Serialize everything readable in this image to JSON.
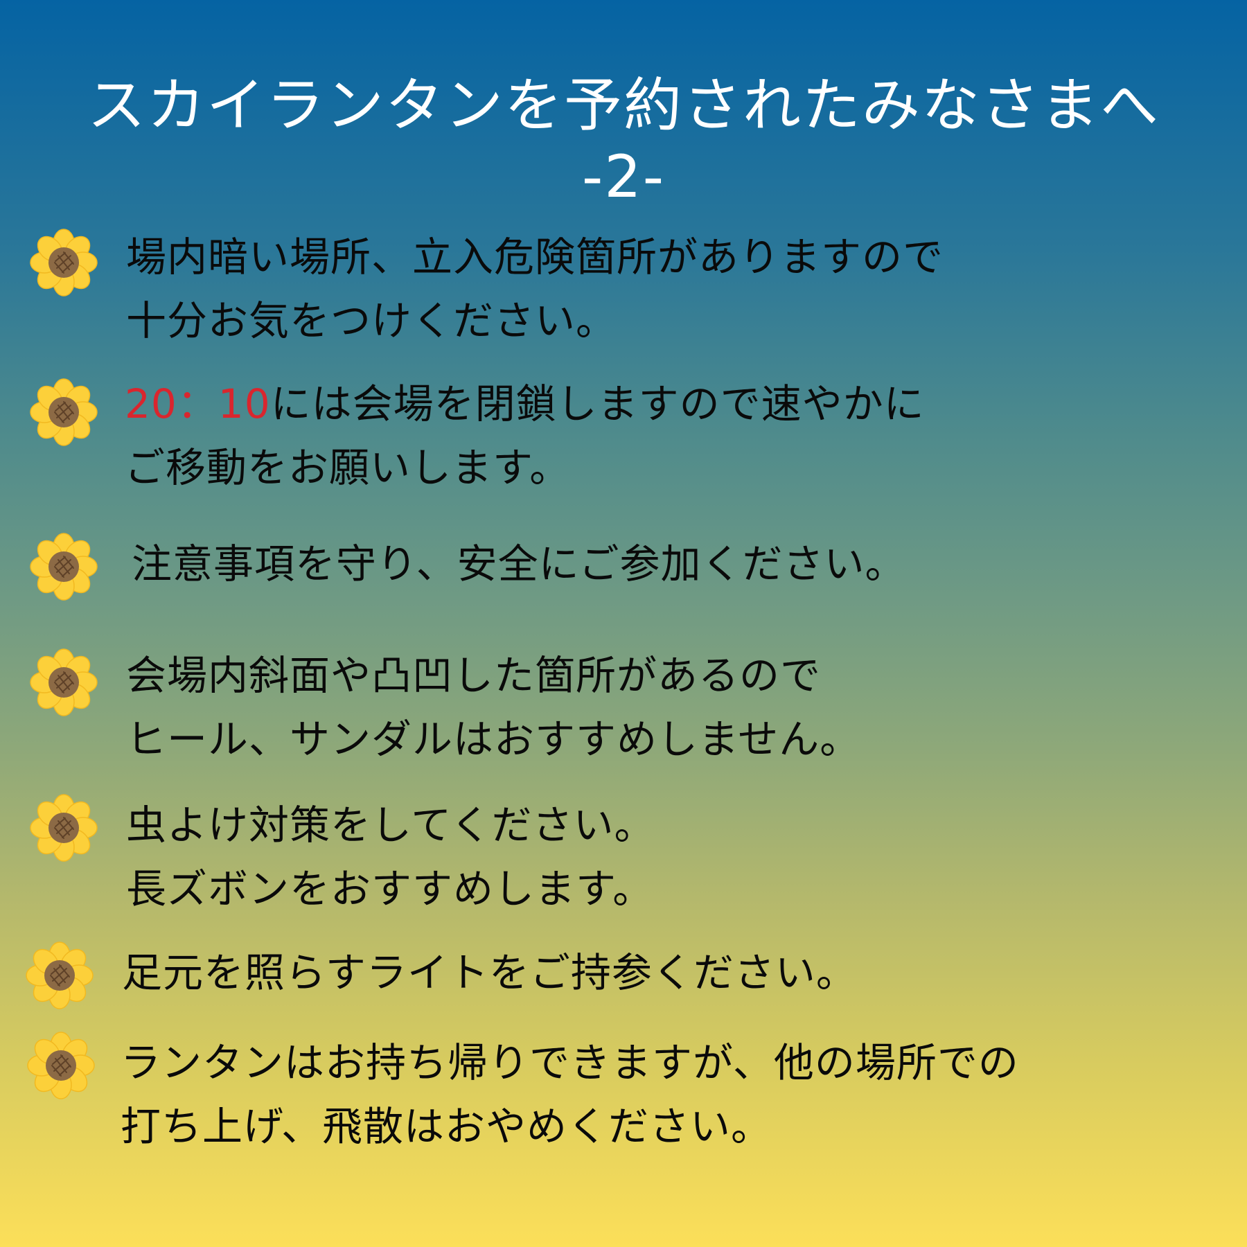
{
  "title": {
    "main": "スカイランタンを予約されたみなさまへ",
    "sub": "-2-"
  },
  "colors": {
    "gradient_top": "#0563a3",
    "gradient_bottom": "#fcdf59",
    "title_text": "#ffffff",
    "body_text": "#0a0a0a",
    "highlight": "#d9262e",
    "petal": "#fcd03a",
    "seed": "#8c6a45"
  },
  "bullet_icon": "sunflower-icon",
  "items": [
    {
      "line1": "場内暗い場所、立入危険箇所がありますので",
      "line2": "十分お気をつけください。"
    },
    {
      "highlight": "20：10",
      "line1_rest": "には会場を閉鎖しますので速やかに",
      "line2": "ご移動をお願いします。"
    },
    {
      "line1": "注意事項を守り、安全にご参加ください。"
    },
    {
      "line1": "会場内斜面や凸凹した箇所があるので",
      "line2": "ヒール、サンダルはおすすめしません。"
    },
    {
      "line1": "虫よけ対策をしてください。",
      "line2": "長ズボンをおすすめします。"
    },
    {
      "line1": "足元を照らすライトをご持参ください。"
    },
    {
      "line1": "ランタンはお持ち帰りできますが、他の場所での",
      "line2": "打ち上げ、飛散はおやめください。"
    }
  ]
}
